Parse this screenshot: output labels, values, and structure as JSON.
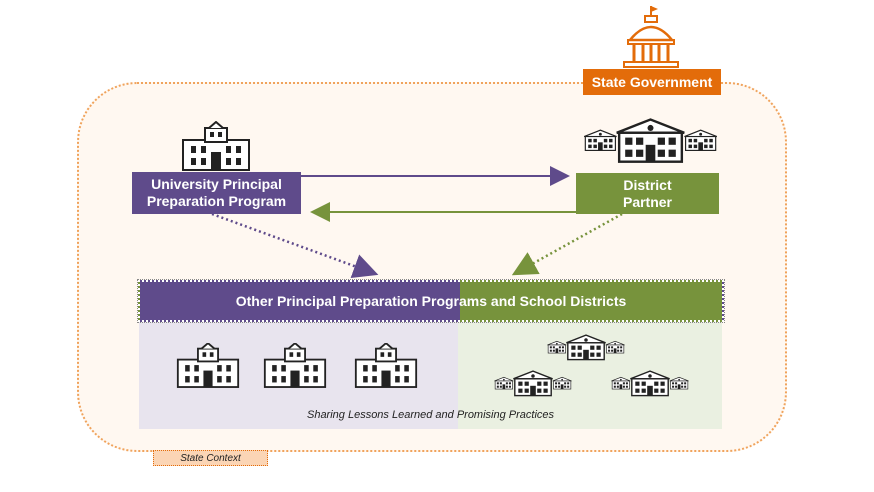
{
  "state_government": {
    "label": "State Government",
    "icon": "capitol-building-icon"
  },
  "university": {
    "label": "University Principal\nPreparation Program",
    "icon": "university-building-icon"
  },
  "district": {
    "label": "District\nPartner",
    "icon": "school-district-icon"
  },
  "other_programs": {
    "label": "Other Principal Preparation Programs and School Districts"
  },
  "sharing": {
    "label": "Sharing Lessons Learned and Promising Practices"
  },
  "state_context": {
    "label": "State Context"
  },
  "colors": {
    "purple": "#5f4b8b",
    "green": "#77933c",
    "orange": "#e36c0a",
    "context_border": "#f0a35c"
  }
}
